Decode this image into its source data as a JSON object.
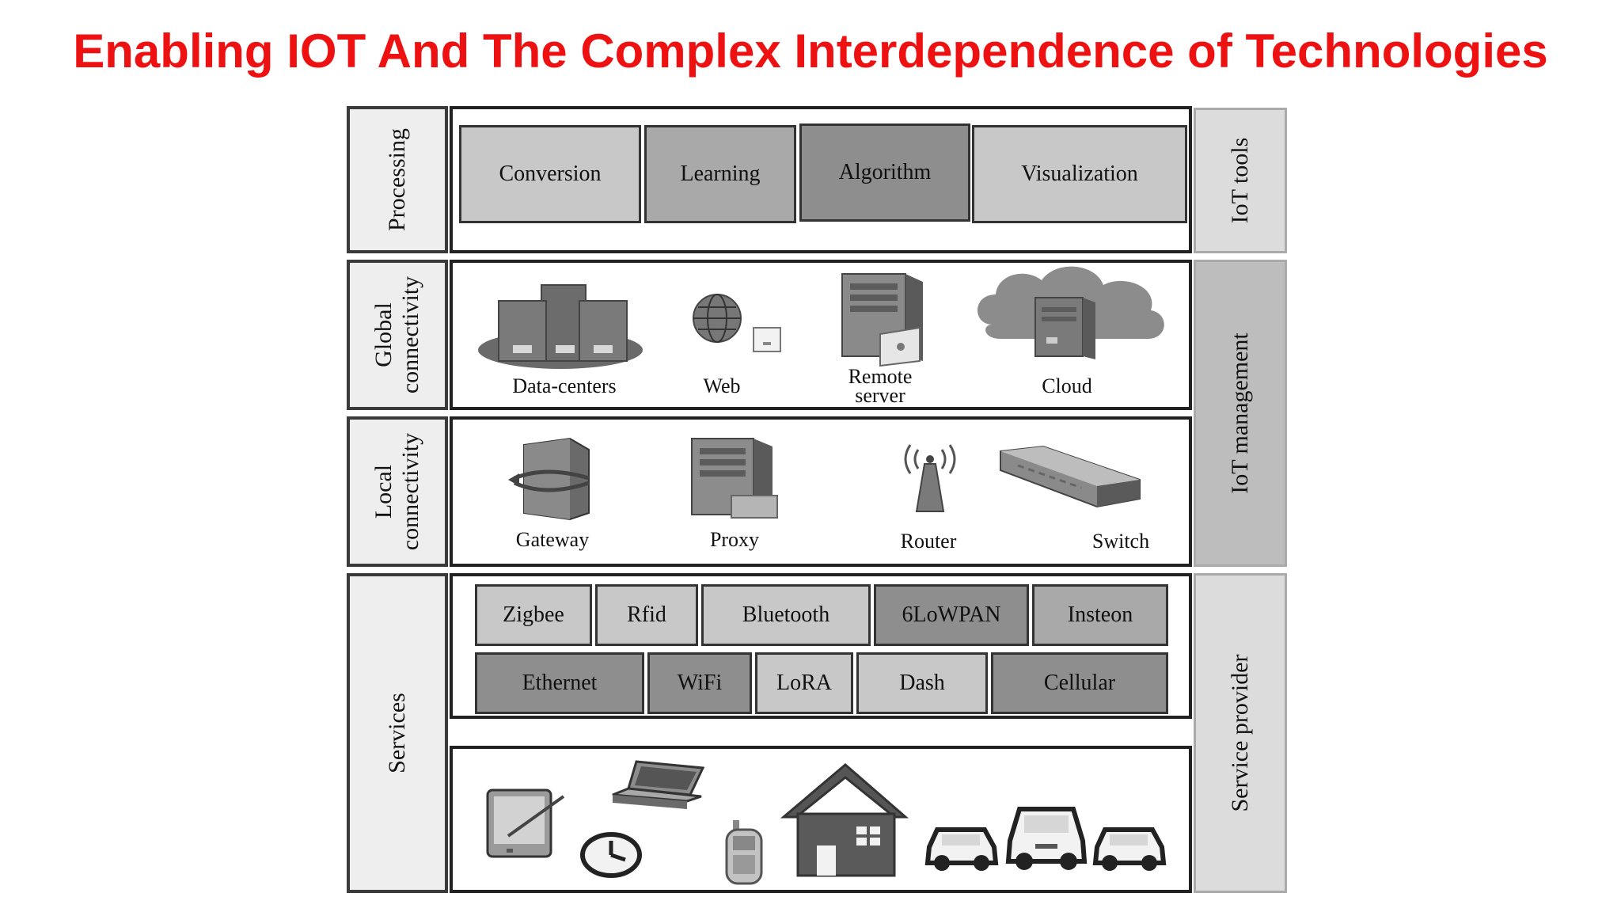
{
  "title": "Enabling IOT And The Complex Interdependence of Technologies",
  "left_labels": {
    "processing": "Processing",
    "global": [
      "Global",
      "connectivity"
    ],
    "local": [
      "Local",
      "connectivity"
    ],
    "services": "Services"
  },
  "right_labels": {
    "tools": "IoT tools",
    "management": "IoT management",
    "provider": "Service provider"
  },
  "processing_items": [
    "Conversion",
    "Learning",
    "Algorithm",
    "Visualization"
  ],
  "global_items": [
    "Data-centers",
    "Web",
    "Remote server",
    "Cloud"
  ],
  "global_remote_lines": [
    "Remote",
    "server"
  ],
  "local_items": [
    "Gateway",
    "Proxy",
    "Router",
    "Switch"
  ],
  "protocols_row1": [
    "Zigbee",
    "Rfid",
    "Bluetooth",
    "6LoWPAN",
    "Insteon"
  ],
  "protocols_row2": [
    "Ethernet",
    "WiFi",
    "LoRA",
    "Dash",
    "Cellular"
  ],
  "devices": [
    "tablet-icon",
    "laptop-icon",
    "clock-icon",
    "phone-icon",
    "house-icon",
    "car-icon",
    "car-icon",
    "car-icon"
  ]
}
